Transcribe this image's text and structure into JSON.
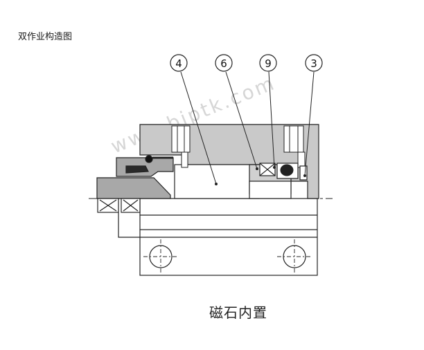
{
  "page": {
    "title": "双作业构造图",
    "caption": "磁石内置",
    "watermark": "www.bjptk.com"
  },
  "diagram": {
    "callouts": [
      {
        "id": "callout-4",
        "label": "4"
      },
      {
        "id": "callout-6",
        "label": "6"
      },
      {
        "id": "callout-9",
        "label": "9"
      },
      {
        "id": "callout-3",
        "label": "3"
      }
    ],
    "colors": {
      "housing": "#c9c9c9",
      "outline": "#222222",
      "background": "#ffffff"
    }
  }
}
